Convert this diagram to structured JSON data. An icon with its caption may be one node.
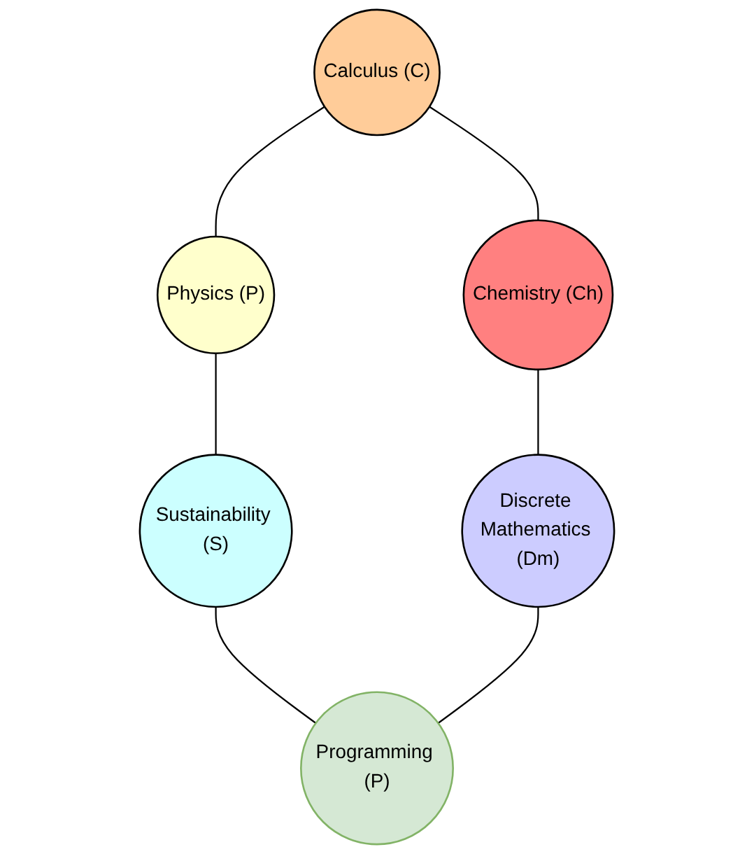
{
  "diagram": {
    "nodes": [
      {
        "text": [
          "Calculus (C)"
        ]
      },
      {
        "text": [
          "Physics (P)"
        ]
      },
      {
        "text": [
          "Chemistry (Ch)"
        ]
      },
      {
        "text": [
          "Sustainability (S)"
        ]
      },
      {
        "text": [
          "Discrete Mathematics (Dm)"
        ]
      },
      {
        "text": [
          "Programming (P)"
        ]
      }
    ],
    "edges": [
      {
        "from": 0,
        "to": 1,
        "arrow": "none"
      },
      {
        "from": 0,
        "to": 2,
        "arrow": "none"
      },
      {
        "from": 1,
        "to": 3,
        "arrow": "none"
      },
      {
        "from": 2,
        "to": 4,
        "arrow": "none"
      },
      {
        "from": 3,
        "to": 5,
        "arrow": "none"
      },
      {
        "from": 4,
        "to": 5,
        "arrow": "none"
      }
    ]
  }
}
